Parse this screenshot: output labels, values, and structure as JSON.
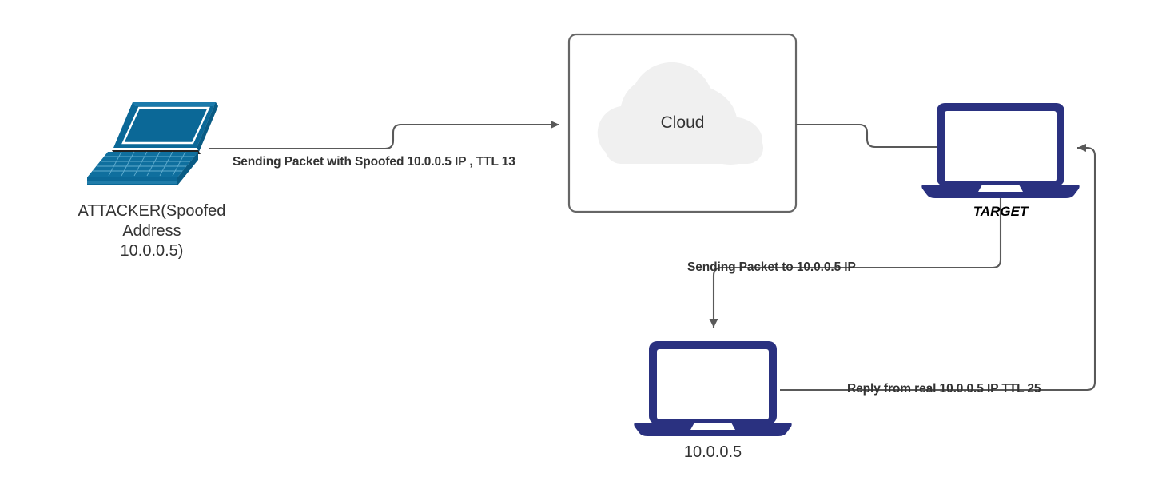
{
  "diagram": {
    "title": "IP Spoofing / TTL Reflection Attack Diagram",
    "background": "#ffffff",
    "colors": {
      "attacker_device": "#0b6897",
      "attacker_device_dark": "#095b84",
      "attacker_device_light": "#1b7aab",
      "victim_device": "#2a3180",
      "line": "#595959",
      "box_border": "#666666",
      "cloud_fill": "#f0f0f0",
      "text": "#333333"
    },
    "nodes": [
      {
        "id": "attacker",
        "icon": "laptop-isometric-icon",
        "label_lines": [
          "ATTACKER(Spoofed",
          "Address",
          "10.0.0.5)"
        ]
      },
      {
        "id": "cloud",
        "icon": "cloud-icon",
        "label": "Cloud"
      },
      {
        "id": "target",
        "icon": "laptop-front-icon",
        "label": "TARGET"
      },
      {
        "id": "victim",
        "icon": "laptop-front-icon",
        "label": "10.0.0.5"
      }
    ],
    "edges": [
      {
        "id": "attacker-to-cloud",
        "label": "Sending Packet with Spoofed 10.0.0.5 IP , TTL 13",
        "from": "attacker",
        "to": "cloud",
        "arrow": "end"
      },
      {
        "id": "cloud-to-target",
        "label": "",
        "from": "cloud",
        "to": "target",
        "arrow": "none"
      },
      {
        "id": "target-to-victim",
        "label": "Sending Packet to 10.0.0.5 IP",
        "from": "target",
        "to": "victim",
        "arrow": "end"
      },
      {
        "id": "victim-to-target",
        "label": "Reply from real 10.0.0.5 IP TTL 25",
        "from": "victim",
        "to": "target",
        "arrow": "end"
      }
    ]
  }
}
